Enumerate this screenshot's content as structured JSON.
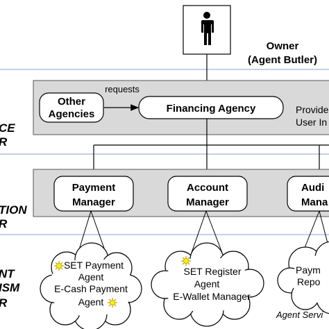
{
  "owner": {
    "name_line1": "Owner",
    "name_line2": "(Agent Butler)"
  },
  "layers": {
    "top_label_1": "CE",
    "top_label_2": "R",
    "mid_label_1": "TION",
    "mid_label_2": "R",
    "bottom_label_1": "NT",
    "bottom_label_2": "ISM",
    "bottom_label_3": "R"
  },
  "service_layer": {
    "other_agencies_line1": "Other",
    "other_agencies_line2": "Agencies",
    "requests_label": "requests",
    "financing_agency": "Financing Agency",
    "provides_line1": "Provide",
    "provides_line2": "User In"
  },
  "managers": [
    {
      "line1": "Payment",
      "line2": "Manager"
    },
    {
      "line1": "Account",
      "line2": "Manager"
    },
    {
      "line1": "Audi",
      "line2": "Mana"
    }
  ],
  "clouds": {
    "payment": {
      "line1": "SET Payment",
      "line2": "Agent",
      "line3": "E-Cash Payment",
      "line4": "Agent"
    },
    "account": {
      "line1": "SET Register",
      "line2": "Agent",
      "line3": "E-Wallet Manager"
    },
    "audit": {
      "line1": "Paym",
      "line2": "Repo"
    }
  },
  "agent_services_label": "Agent Servi",
  "icon_names": [
    "person-icon",
    "sun-icon"
  ]
}
